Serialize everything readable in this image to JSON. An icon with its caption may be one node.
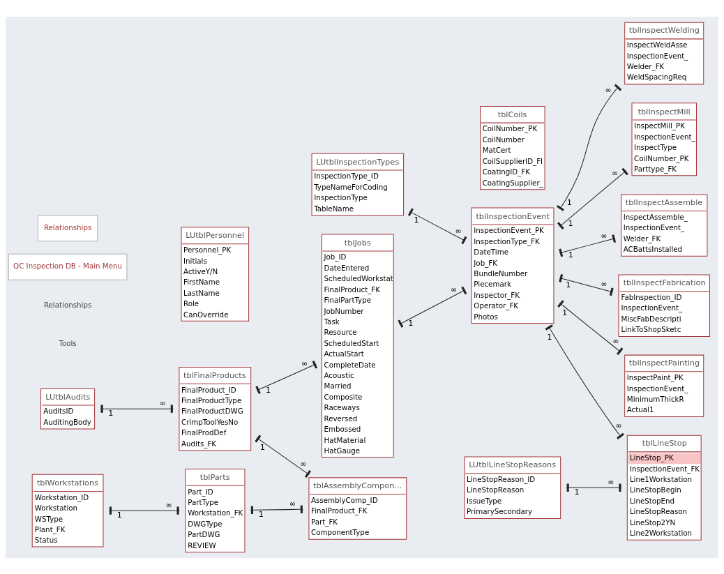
{
  "diagram": {
    "nodes": [
      {
        "text": [
          "tblJobs",
          "Job_ID",
          "DateEntered",
          "ScheduledWorkstat",
          "FinalProduct_FK",
          "FinalPartType",
          "JobNumber",
          "Task",
          "Resource",
          "ScheduledStart",
          "ActualStart",
          "CompleteDate",
          "Acoustic",
          "Married",
          "Composite",
          "Raceways",
          "Reversed",
          "Embossed",
          "HatMaterial",
          "HatGauge"
        ]
      },
      {
        "text": [
          "LUtblInspectionTypes",
          "InspectionType_ID",
          "TypeNameForCoding",
          "InspectionType",
          "TableName"
        ]
      },
      {
        "text": [
          "tblInspectMill",
          "InspectMill_PK",
          "InspectionEvent_",
          "InspectType",
          "CoilNumber_PK",
          "Parttype_FK"
        ]
      },
      {
        "text": [
          "LUtblPersonnel",
          "Personnel_PK",
          "Initials",
          "ActiveY/N",
          "FirstName",
          "LastName",
          "Role",
          "CanOverride"
        ]
      },
      {
        "text": [
          "tblInspectionEvent",
          "InspectionEvent_PK",
          "InspectionType_FK",
          "DateTime",
          "Job_FK",
          "BundleNumber",
          "Piecemark",
          "Inspector_FK",
          "Operator_FK",
          "Photos"
        ]
      },
      {
        "text": [
          "tblInspectAssemble",
          "InspectAssemble_",
          "InspectionEvent_",
          "Welder_FK",
          "ACBattsInstalled"
        ]
      },
      {
        "text": [
          "tblCoils",
          "CoilNumber_PK",
          "CoilNumber",
          "MatCert",
          "CoilSupplierID_FI",
          "CoatingID_FK",
          "CoatingSupplier_"
        ]
      },
      {
        "text": [
          "tblInspectFabrication",
          "FabInspection_ID",
          "InspectionEvent_",
          "MiscFabDescripti",
          "LinkToShopSketc"
        ]
      },
      {
        "text": [
          "tblInspectPainting",
          "InspectPaint_PK",
          "InspectionEvent_",
          "MinimumThickR",
          "Actual1"
        ]
      },
      {
        "text": [
          "tblFinalProducts",
          "FinalProduct_ID",
          "FinalProductType",
          "FinalProductDWG",
          "CrimpToolYesNo",
          "FinalProdDef",
          "Audits_FK"
        ]
      },
      {
        "text": [
          "tblWorkstations",
          "Workstation_ID",
          "Workstation",
          "WSType",
          "Plant_FK",
          "Status"
        ]
      },
      {
        "text": [
          "tblAssemblyCompon...",
          "AssemblyComp_ID",
          "FinalProduct_FK",
          "Part_FK",
          "ComponentType"
        ]
      },
      {
        "text": [
          "tblInspectWelding",
          "InspectWeldAsse",
          "InspectionEvent_",
          "Welder_FK",
          "WeldSpacingReq"
        ]
      },
      {
        "text": [
          "LUtblLineStopReasons",
          "LineStopReason_ID",
          "LineStopReason",
          "IssueType",
          "PrimarySecondary"
        ]
      },
      {
        "text": [
          "tblParts",
          "Part_ID",
          "PartType",
          "Workstation_FK",
          "DWGType",
          "PartDWG",
          "REVIEW"
        ]
      },
      {
        "text": [
          "LUtblAudits",
          "AuditsID",
          "AuditingBody"
        ]
      },
      {
        "text": [
          "tblLineStop",
          "LineStop_PK",
          "InspectionEvent_FK",
          "Line1Workstation",
          "LineStopBegin",
          "LineStopEnd",
          "LineStopReason",
          "LineStop2YN",
          "Line2Workstation"
        ]
      }
    ],
    "edges": [
      {
        "from": 0,
        "to": 4,
        "arrow": "other"
      },
      {
        "from": 9,
        "to": 0,
        "arrow": "other"
      },
      {
        "from": 1,
        "to": 4,
        "arrow": "other"
      },
      {
        "from": 4,
        "to": 2,
        "arrow": "other"
      },
      {
        "from": 4,
        "to": 5,
        "arrow": "other"
      },
      {
        "from": 4,
        "to": 7,
        "arrow": "other"
      },
      {
        "from": 4,
        "to": 8,
        "arrow": "other"
      },
      {
        "from": 4,
        "to": 12,
        "arrow": "other"
      },
      {
        "from": 4,
        "to": 16,
        "arrow": "other"
      },
      {
        "from": 13,
        "to": 16,
        "arrow": "other"
      },
      {
        "from": 10,
        "to": 14,
        "arrow": "other"
      },
      {
        "from": 14,
        "to": 11,
        "arrow": "other"
      },
      {
        "from": 9,
        "to": 11,
        "arrow": "other"
      },
      {
        "from": 15,
        "to": 9,
        "arrow": "other"
      }
    ],
    "labels": [
      "Tools",
      "Relationships",
      "QC Inspection DB - Main Menu",
      "Relationships",
      "1",
      "∞",
      "1",
      "∞",
      "1",
      "∞",
      "1",
      "∞",
      "1",
      "∞",
      "1",
      "∞",
      "1",
      "∞",
      "1",
      "∞",
      "1",
      "∞",
      "1",
      "∞",
      "1",
      "∞",
      "1",
      "∞",
      "1",
      "∞",
      "1",
      "∞"
    ]
  }
}
